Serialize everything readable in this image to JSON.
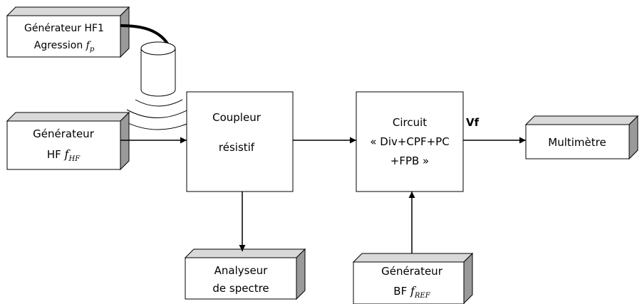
{
  "blocks": {
    "gen_hf1": {
      "line1": "Générateur HF1",
      "line2_text": "Agression ",
      "line2_math": "f",
      "line2_sub": "p"
    },
    "gen_hf": {
      "line1": "Générateur",
      "line2_text": "HF ",
      "line2_math": "f",
      "line2_sub": "HF"
    },
    "coupleur": {
      "line1": "Coupleur",
      "line2": "résistif"
    },
    "circuit": {
      "line1": "Circuit",
      "line2": "« Div+CPF+PC",
      "line3": "+FPB »"
    },
    "multimetre": {
      "label": "Multimètre"
    },
    "analyseur": {
      "line1": "Analyseur",
      "line2": "de spectre"
    },
    "gen_bf": {
      "line1": "Générateur",
      "line2_text": "BF ",
      "line2_math": "f",
      "line2_sub": "REF"
    }
  },
  "signals": {
    "output_label": "Vf"
  },
  "colors": {
    "box_face": "#ffffff",
    "box_side": "#9a9a9a",
    "box_top": "#d9d9d9",
    "stroke": "#000000"
  }
}
